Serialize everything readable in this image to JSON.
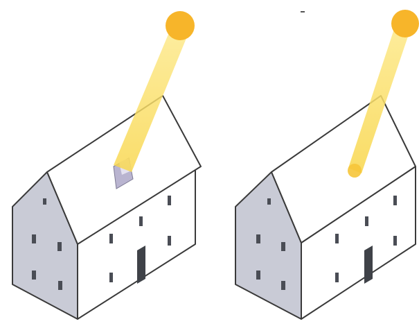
{
  "scene": {
    "panels": [
      {
        "id": "left",
        "label": "",
        "sun": "sun-icon",
        "beam_target": "roof-window"
      },
      {
        "id": "right",
        "label": "",
        "sun": "sun-icon",
        "beam_target": "roof-spot"
      }
    ]
  },
  "colors": {
    "background": "#ffffff",
    "sun": "#f7b52a",
    "beam": "#fbe36a",
    "roof": "#ffffff",
    "gable_wall": "#c9cbd6",
    "front_wall": "#ffffff",
    "outline": "#3a3a3a",
    "window": "#4a4d55",
    "door": "#3f4248",
    "roof_window": "#b9b4d0"
  }
}
